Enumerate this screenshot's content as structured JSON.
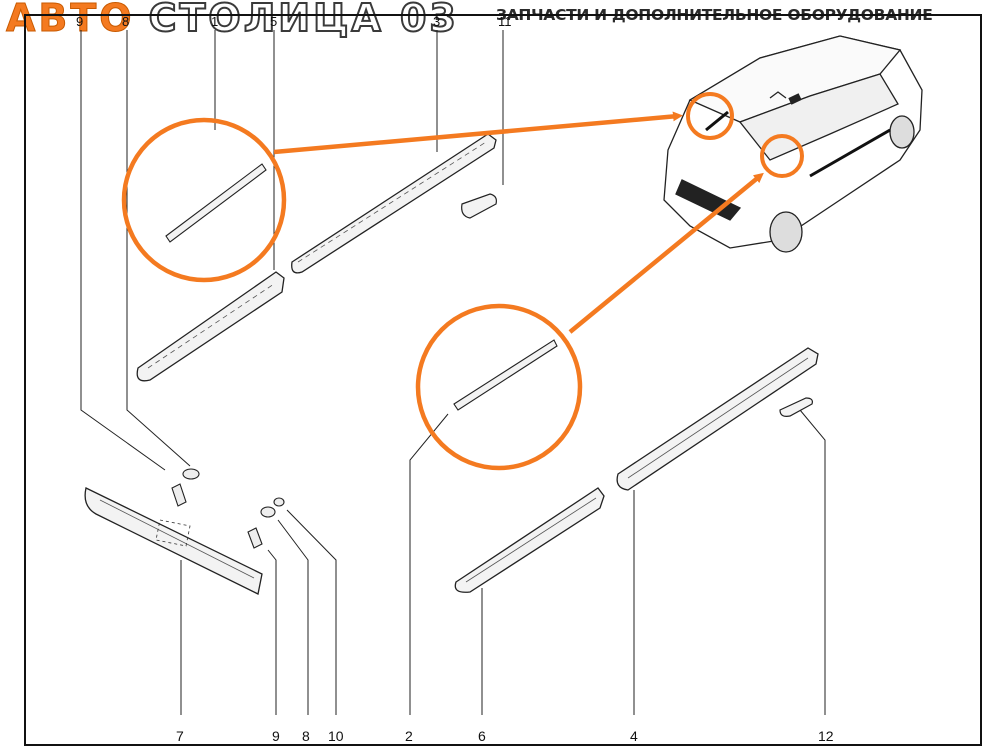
{
  "banner": {
    "brand_part1": "АВТО",
    "brand_part2": "СТОЛИЦА 03",
    "tagline": "ЗАПЧАСТИ И ДОПОЛНИТЕЛЬНОЕ ОБОРУДОВАНИЕ"
  },
  "colors": {
    "accent": "#f47a20",
    "line": "#222222",
    "part_fill": "#f3f3f3"
  },
  "top_labels": [
    "9",
    "8",
    "1",
    "5",
    "3",
    "11"
  ],
  "bottom_labels": [
    "7",
    "9",
    "8",
    "10",
    "2",
    "6",
    "4",
    "12"
  ]
}
